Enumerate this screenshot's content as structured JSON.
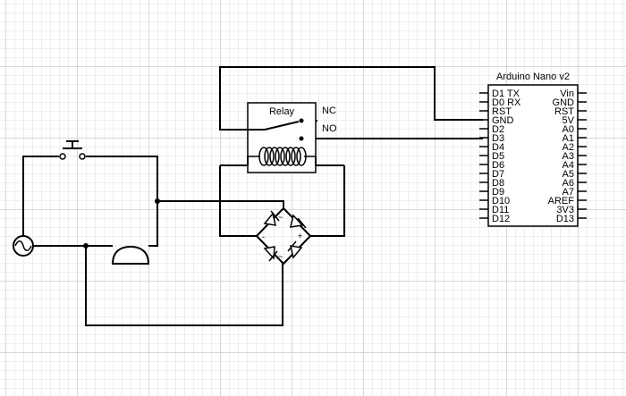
{
  "arduino": {
    "title": "Arduino Nano v2",
    "left_pins": [
      "D1 TX",
      "D0 RX",
      "RST",
      "GND",
      "D2",
      "D3",
      "D4",
      "D5",
      "D6",
      "D7",
      "D8",
      "D9",
      "D10",
      "D11",
      "D12"
    ],
    "right_pins": [
      "Vin",
      "GND",
      "RST",
      "5V",
      "A0",
      "A1",
      "A2",
      "A3",
      "A4",
      "A5",
      "A6",
      "A7",
      "AREF",
      "3V3",
      "D13"
    ]
  },
  "relay": {
    "label": "Relay",
    "nc_label": "NC",
    "no_label": "NO"
  },
  "bridge": {
    "ac_label": "~",
    "plus_label": "+",
    "minus_label": "-"
  }
}
